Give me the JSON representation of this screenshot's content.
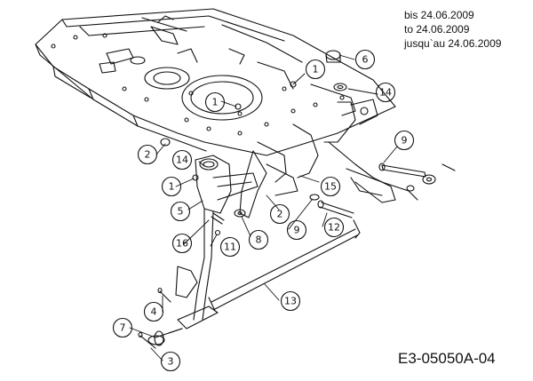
{
  "validity": {
    "lines": [
      "bis 24.06.2009",
      "to 24.06.2009",
      "jusqu`au 24.06.2009"
    ]
  },
  "diagram_code": "E3-05050A-04",
  "callouts": [
    {
      "id": "c1a",
      "label": "1"
    },
    {
      "id": "c1b",
      "label": "1"
    },
    {
      "id": "c1c",
      "label": "1"
    },
    {
      "id": "c2a",
      "label": "2"
    },
    {
      "id": "c2b",
      "label": "2"
    },
    {
      "id": "c3",
      "label": "3"
    },
    {
      "id": "c4",
      "label": "4"
    },
    {
      "id": "c5",
      "label": "5"
    },
    {
      "id": "c6",
      "label": "6"
    },
    {
      "id": "c7",
      "label": "7"
    },
    {
      "id": "c8",
      "label": "8"
    },
    {
      "id": "c9a",
      "label": "9"
    },
    {
      "id": "c9b",
      "label": "9"
    },
    {
      "id": "c11",
      "label": "11"
    },
    {
      "id": "c12",
      "label": "12"
    },
    {
      "id": "c13",
      "label": "13"
    },
    {
      "id": "c14a",
      "label": "14"
    },
    {
      "id": "c14b",
      "label": "14"
    },
    {
      "id": "c15",
      "label": "15"
    },
    {
      "id": "c16",
      "label": "16"
    }
  ]
}
